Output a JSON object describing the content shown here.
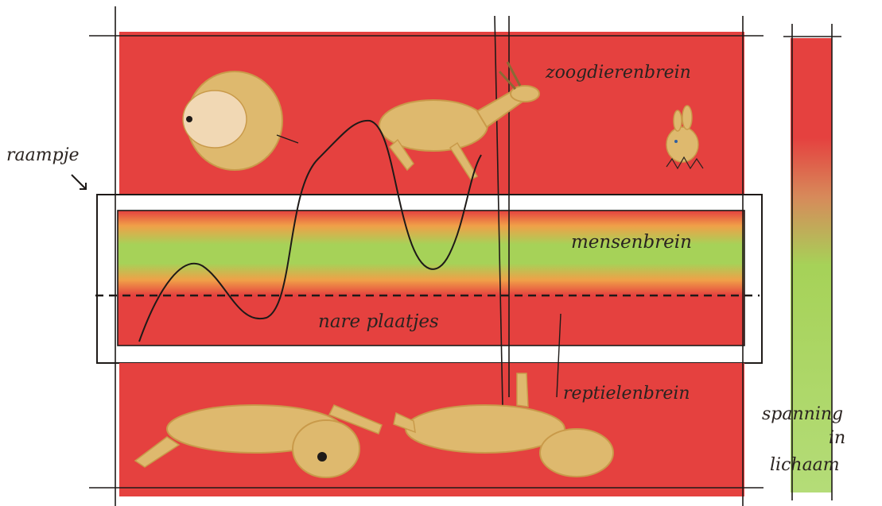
{
  "labels": {
    "window": "raampje",
    "mammal_brain": "zoogdierenbrein",
    "human_brain": "mensenbrein",
    "bad_images": "nare plaatjes",
    "reptile_brain": "reptielenbrein",
    "tension_line1": "spanning",
    "tension_line2": "in",
    "tension_line3": "lichaam"
  },
  "colors": {
    "red": "#e5413f",
    "orange": "#f0a048",
    "green": "#a6d258",
    "tan": "#deb96e",
    "tan_shade": "#c99a4a",
    "ink": "#1e1a18"
  },
  "icons": [
    "lion-icon",
    "gazelle-icon",
    "rabbit-icon",
    "lying-dog-icon",
    "lying-animal-icon",
    "arrow-icon"
  ]
}
